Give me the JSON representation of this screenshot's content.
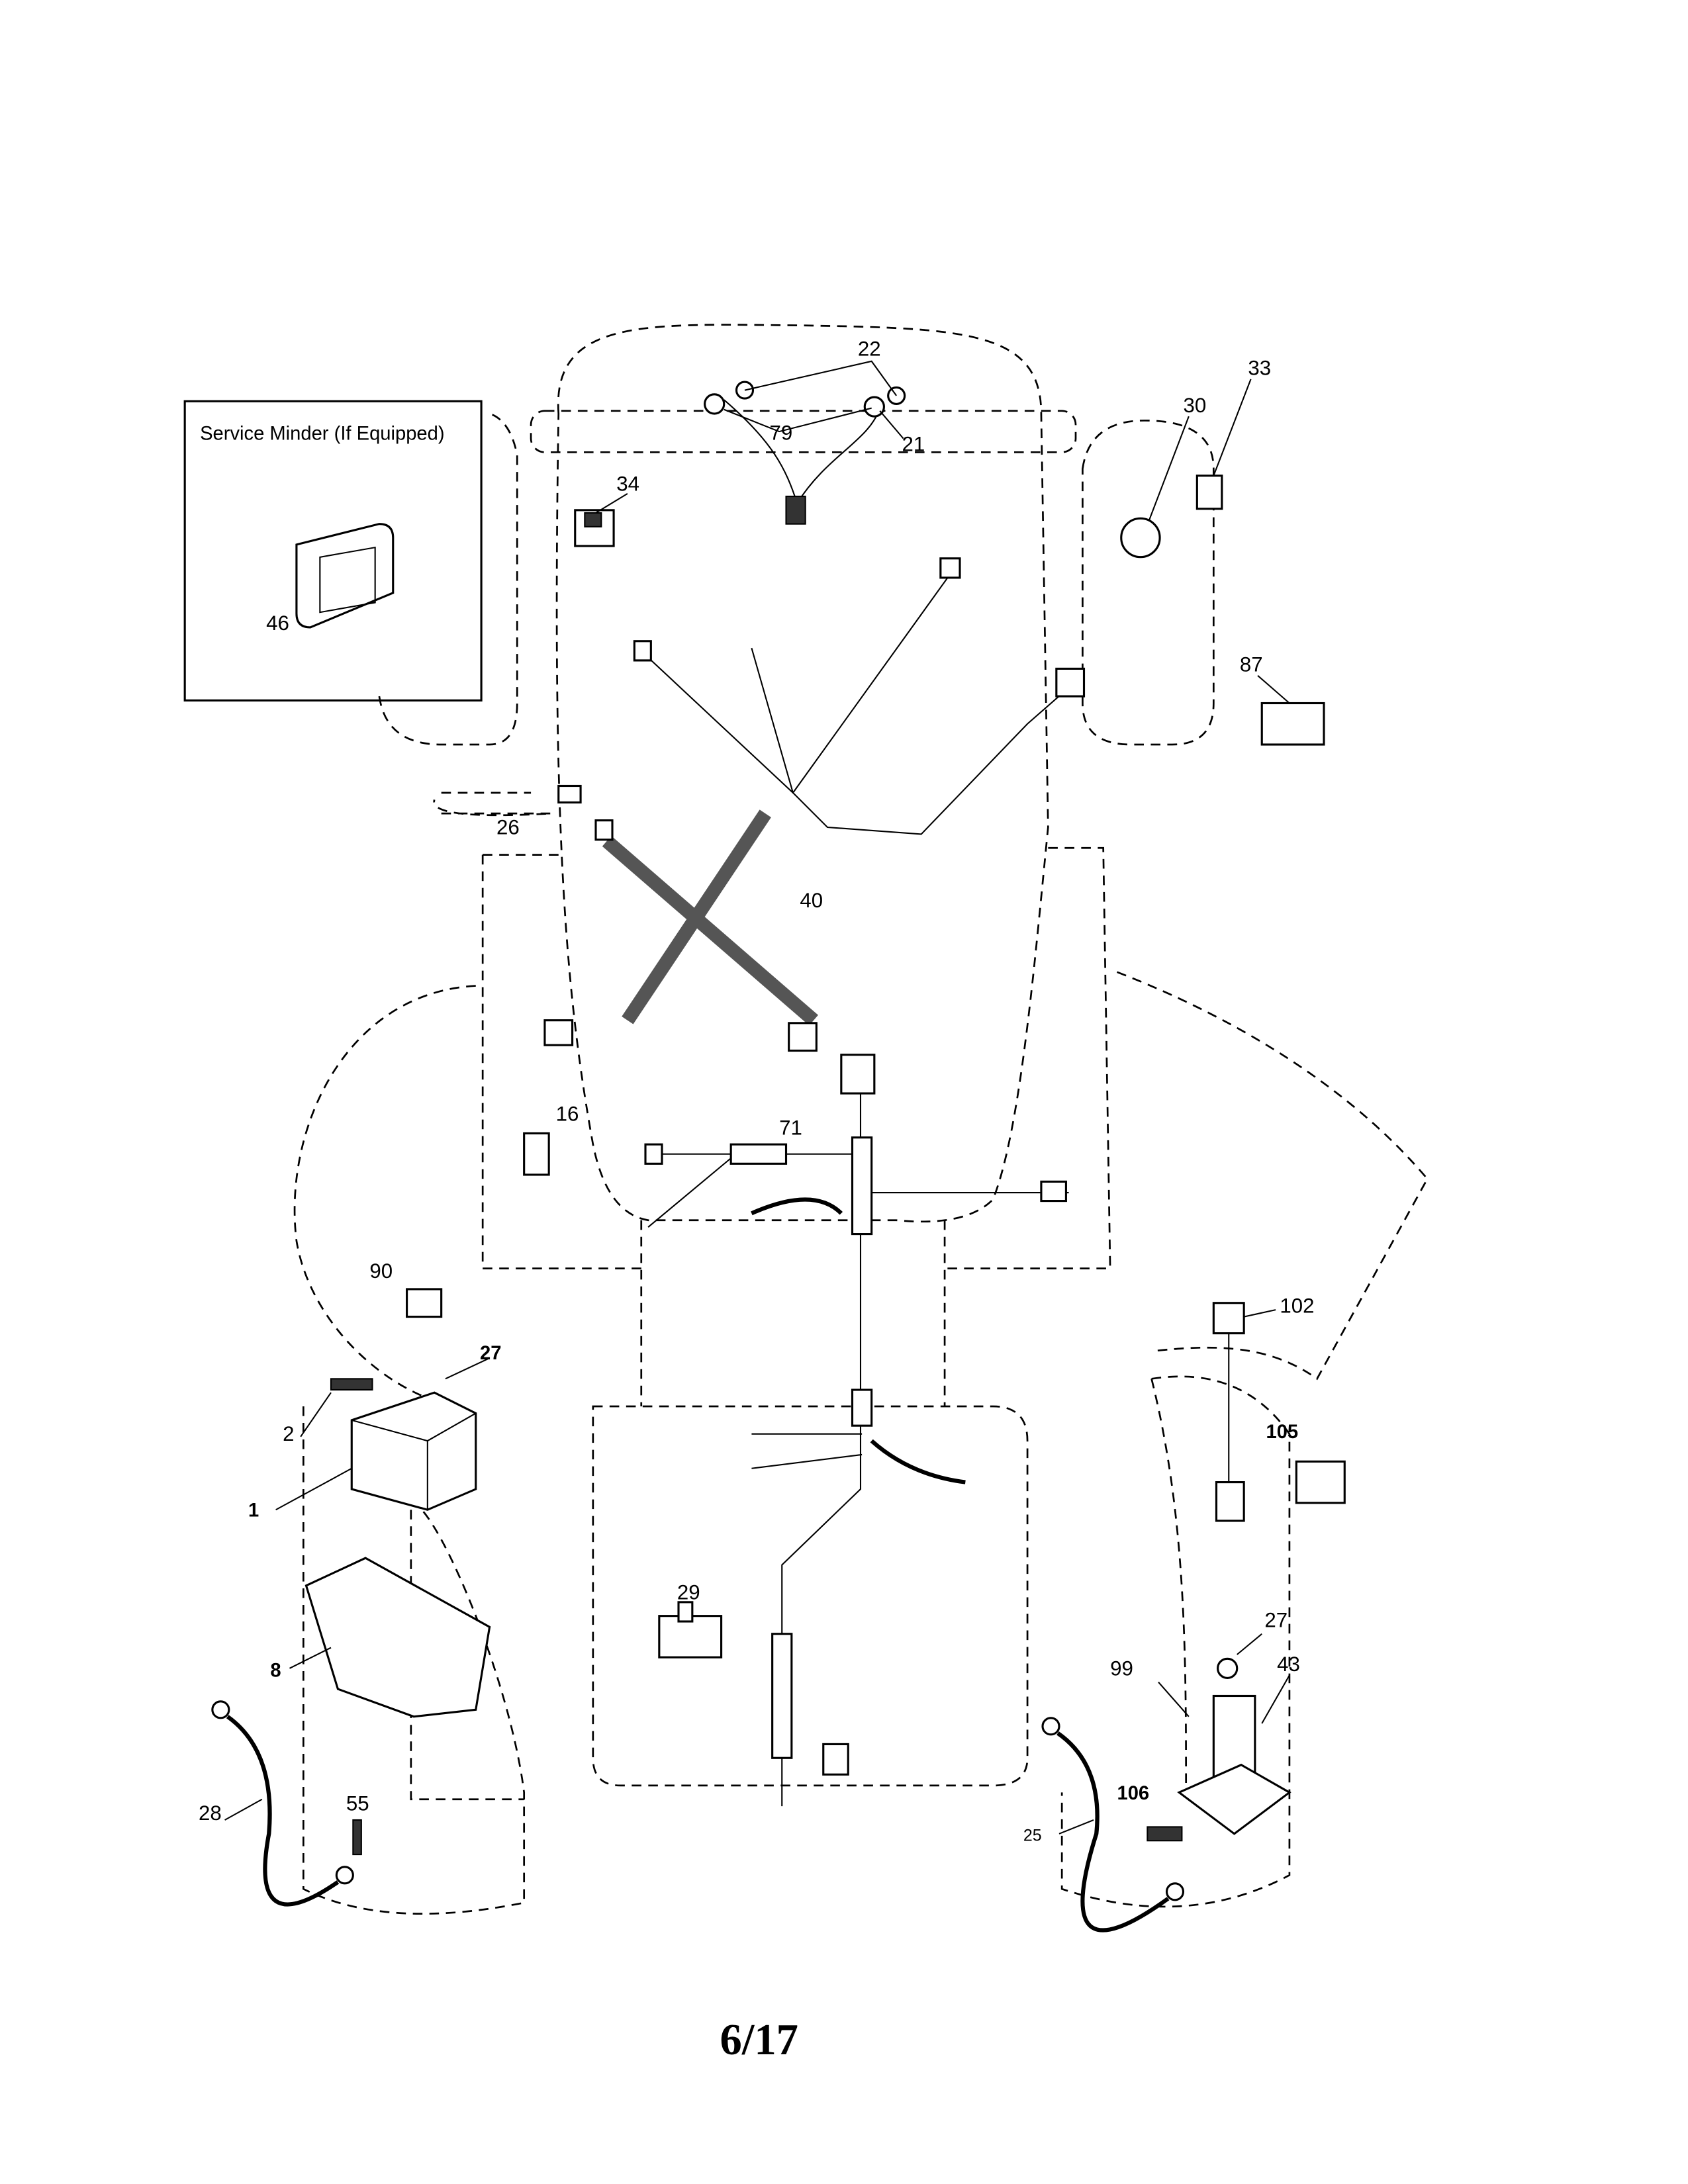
{
  "inset": {
    "title": "Service Minder (If Equipped)",
    "part_label": "46"
  },
  "callouts": {
    "c22": "22",
    "c79": "79",
    "c21": "21",
    "c34": "34",
    "c33": "33",
    "c30": "30",
    "c87": "87",
    "c26": "26",
    "c40": "40",
    "c71": "71",
    "c16": "16",
    "c90": "90",
    "c27a": "27",
    "c2": "2",
    "c1": "1",
    "c102": "102",
    "c105": "105",
    "c8": "8",
    "c29": "29",
    "c27b": "27",
    "c99": "99",
    "c43": "43",
    "c28": "28",
    "c55": "55",
    "c106": "106",
    "c25": "25"
  },
  "footer": {
    "page_number": "6/17"
  }
}
